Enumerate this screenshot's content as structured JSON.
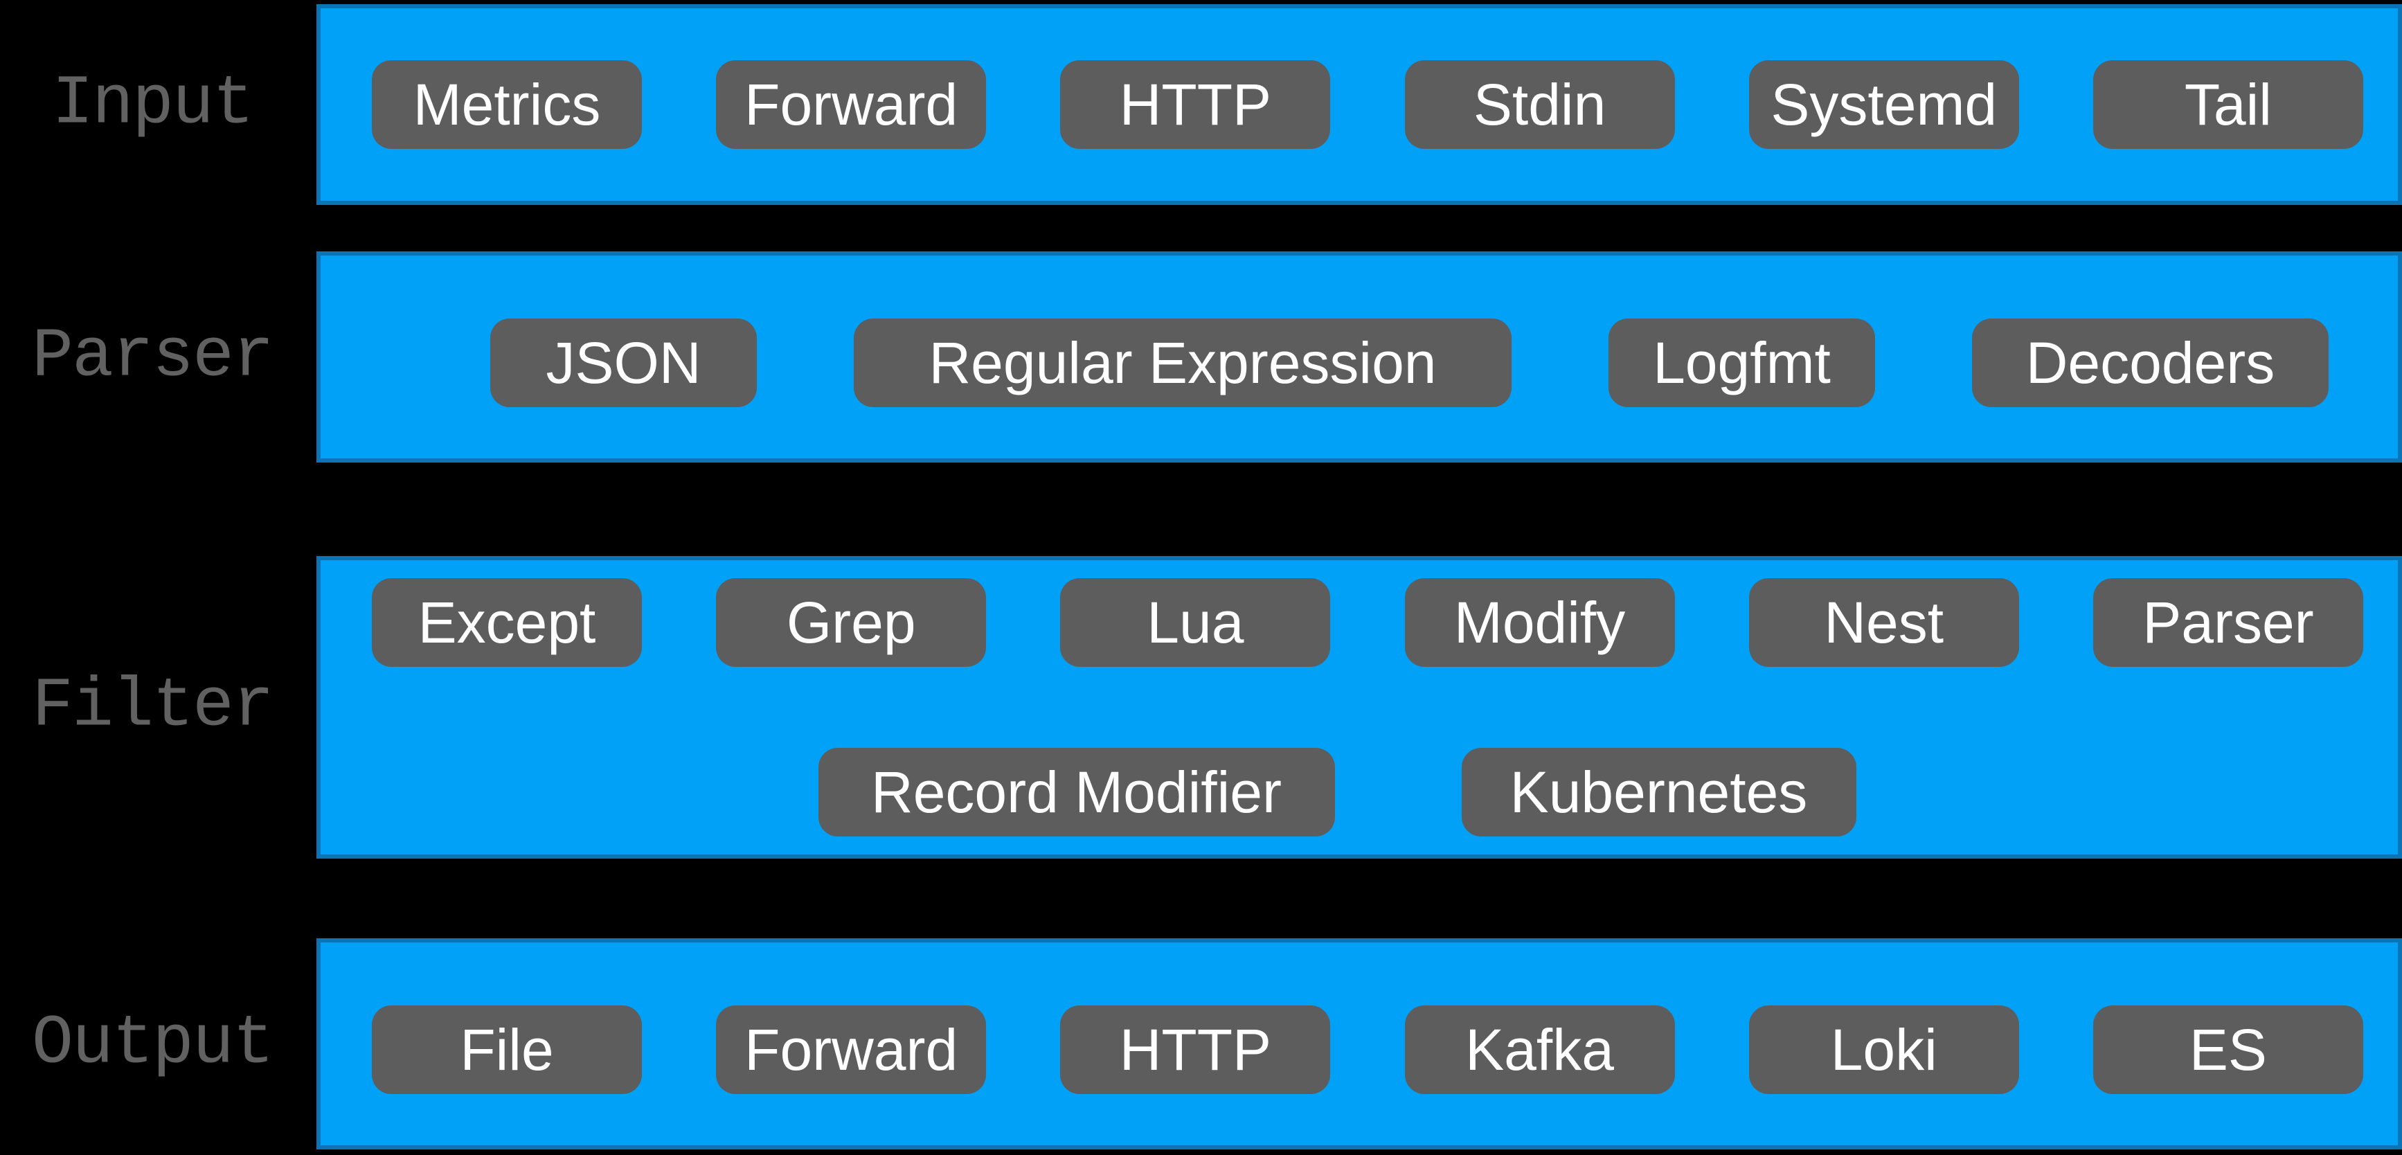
{
  "colors": {
    "background": "#000000",
    "band_fill": "#00A1F7",
    "band_border": "#0C74B4",
    "tag_background": "#5D5D5D",
    "tag_text": "#FFFFFF",
    "label_text": "#616161"
  },
  "bands": [
    {
      "label": "Input",
      "tags": [
        "Metrics",
        "Forward",
        "HTTP",
        "Stdin",
        "Systemd",
        "Tail"
      ]
    },
    {
      "label": "Parser",
      "tags": [
        "JSON",
        "Regular Expression",
        "Logfmt",
        "Decoders"
      ]
    },
    {
      "label": "Filter",
      "tags": [
        "Except",
        "Grep",
        "Lua",
        "Modify",
        "Nest",
        "Parser"
      ],
      "tags2": [
        "Record Modifier",
        "Kubernetes"
      ]
    },
    {
      "label": "Output",
      "tags": [
        "File",
        "Forward",
        "HTTP",
        "Kafka",
        "Loki",
        "ES"
      ]
    }
  ]
}
